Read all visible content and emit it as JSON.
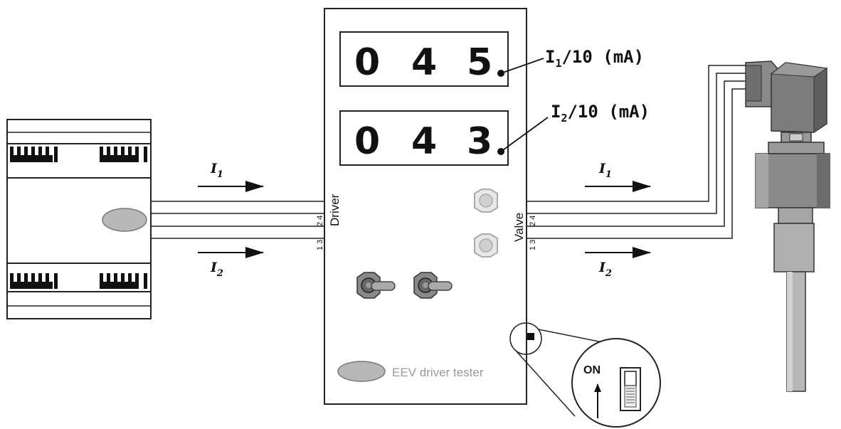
{
  "display1": {
    "digits": [
      "0",
      "4",
      "5"
    ],
    "label_main": "I",
    "label_sub": "1",
    "label_rest": "/10 (mA)"
  },
  "display2": {
    "digits": [
      "0",
      "4",
      "3"
    ],
    "label_main": "I",
    "label_sub": "2",
    "label_rest": "/10 (mA)"
  },
  "ports": {
    "driver": {
      "name": "Driver",
      "pins_top": "2 4",
      "pins_bottom": "1 3"
    },
    "valve": {
      "name": "Valve",
      "pins_top": "2 4",
      "pins_bottom": "1 3"
    }
  },
  "currents": {
    "i1": {
      "main": "I",
      "sub": "1"
    },
    "i2": {
      "main": "I",
      "sub": "2"
    }
  },
  "tester": {
    "name": "EEV driver tester"
  },
  "dip_switch": {
    "state_label": "ON"
  }
}
